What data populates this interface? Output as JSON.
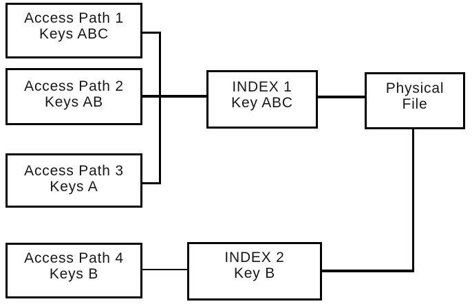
{
  "colors": {
    "background": "#ffffff",
    "line": "#000000",
    "text": "#161616"
  },
  "boxes": {
    "access_path_1": {
      "line1": "Access Path 1",
      "line2": "Keys ABC"
    },
    "access_path_2": {
      "line1": "Access Path 2",
      "line2": "Keys AB"
    },
    "access_path_3": {
      "line1": "Access Path 3",
      "line2": "Keys A"
    },
    "access_path_4": {
      "line1": "Access Path 4",
      "line2": "Keys B"
    },
    "index_1": {
      "line1": "INDEX 1",
      "line2": "Key ABC"
    },
    "index_2": {
      "line1": "INDEX 2",
      "line2": "Key B"
    },
    "physical_file": {
      "line1": "Physical",
      "line2": "File"
    }
  },
  "connections": [
    {
      "from": "Access Path 1",
      "to": "INDEX 1"
    },
    {
      "from": "Access Path 2",
      "to": "INDEX 1"
    },
    {
      "from": "Access Path 3",
      "to": "INDEX 1"
    },
    {
      "from": "INDEX 1",
      "to": "Physical File"
    },
    {
      "from": "Access Path 4",
      "to": "INDEX 2"
    },
    {
      "from": "INDEX 2",
      "to": "Physical File"
    }
  ]
}
